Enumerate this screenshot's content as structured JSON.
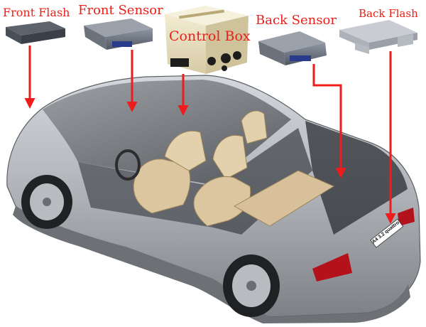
{
  "labels": {
    "front_flash": "Front Flash",
    "front_sensor": "Front Sensor",
    "control_box": "Control Box",
    "back_sensor": "Back Sensor",
    "back_flash": "Back Flash"
  },
  "car": {
    "badge": "A4 3.2 quattro"
  },
  "colors": {
    "label_red": "#e8201a",
    "arrow_red": "#ee1c1c",
    "car_silver": "#b9bcc0",
    "interior_beige": "#dcc6a0"
  }
}
